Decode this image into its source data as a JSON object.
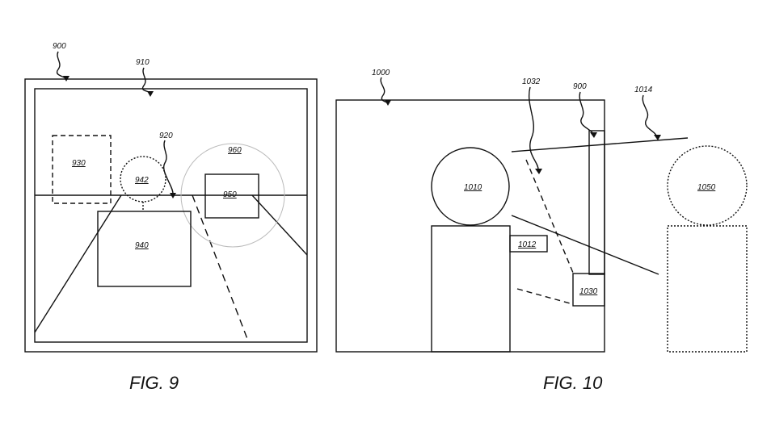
{
  "figures": {
    "fig9": {
      "caption": "FIG. 9",
      "labels": {
        "device": "900",
        "screen": "910",
        "point": "920",
        "dashed_region": "930",
        "object": "940",
        "object_head": "942",
        "target": "950",
        "zone": "960"
      }
    },
    "fig10": {
      "caption": "FIG. 10",
      "labels": {
        "scene": "1000",
        "person": "1010",
        "tag": "1012",
        "ray": "1014",
        "camera": "1030",
        "dashed_line": "1032",
        "device": "900",
        "remote_person": "1050"
      }
    }
  },
  "colors": {
    "ink": "#111111",
    "zone_circle": "#bbbbbb"
  }
}
